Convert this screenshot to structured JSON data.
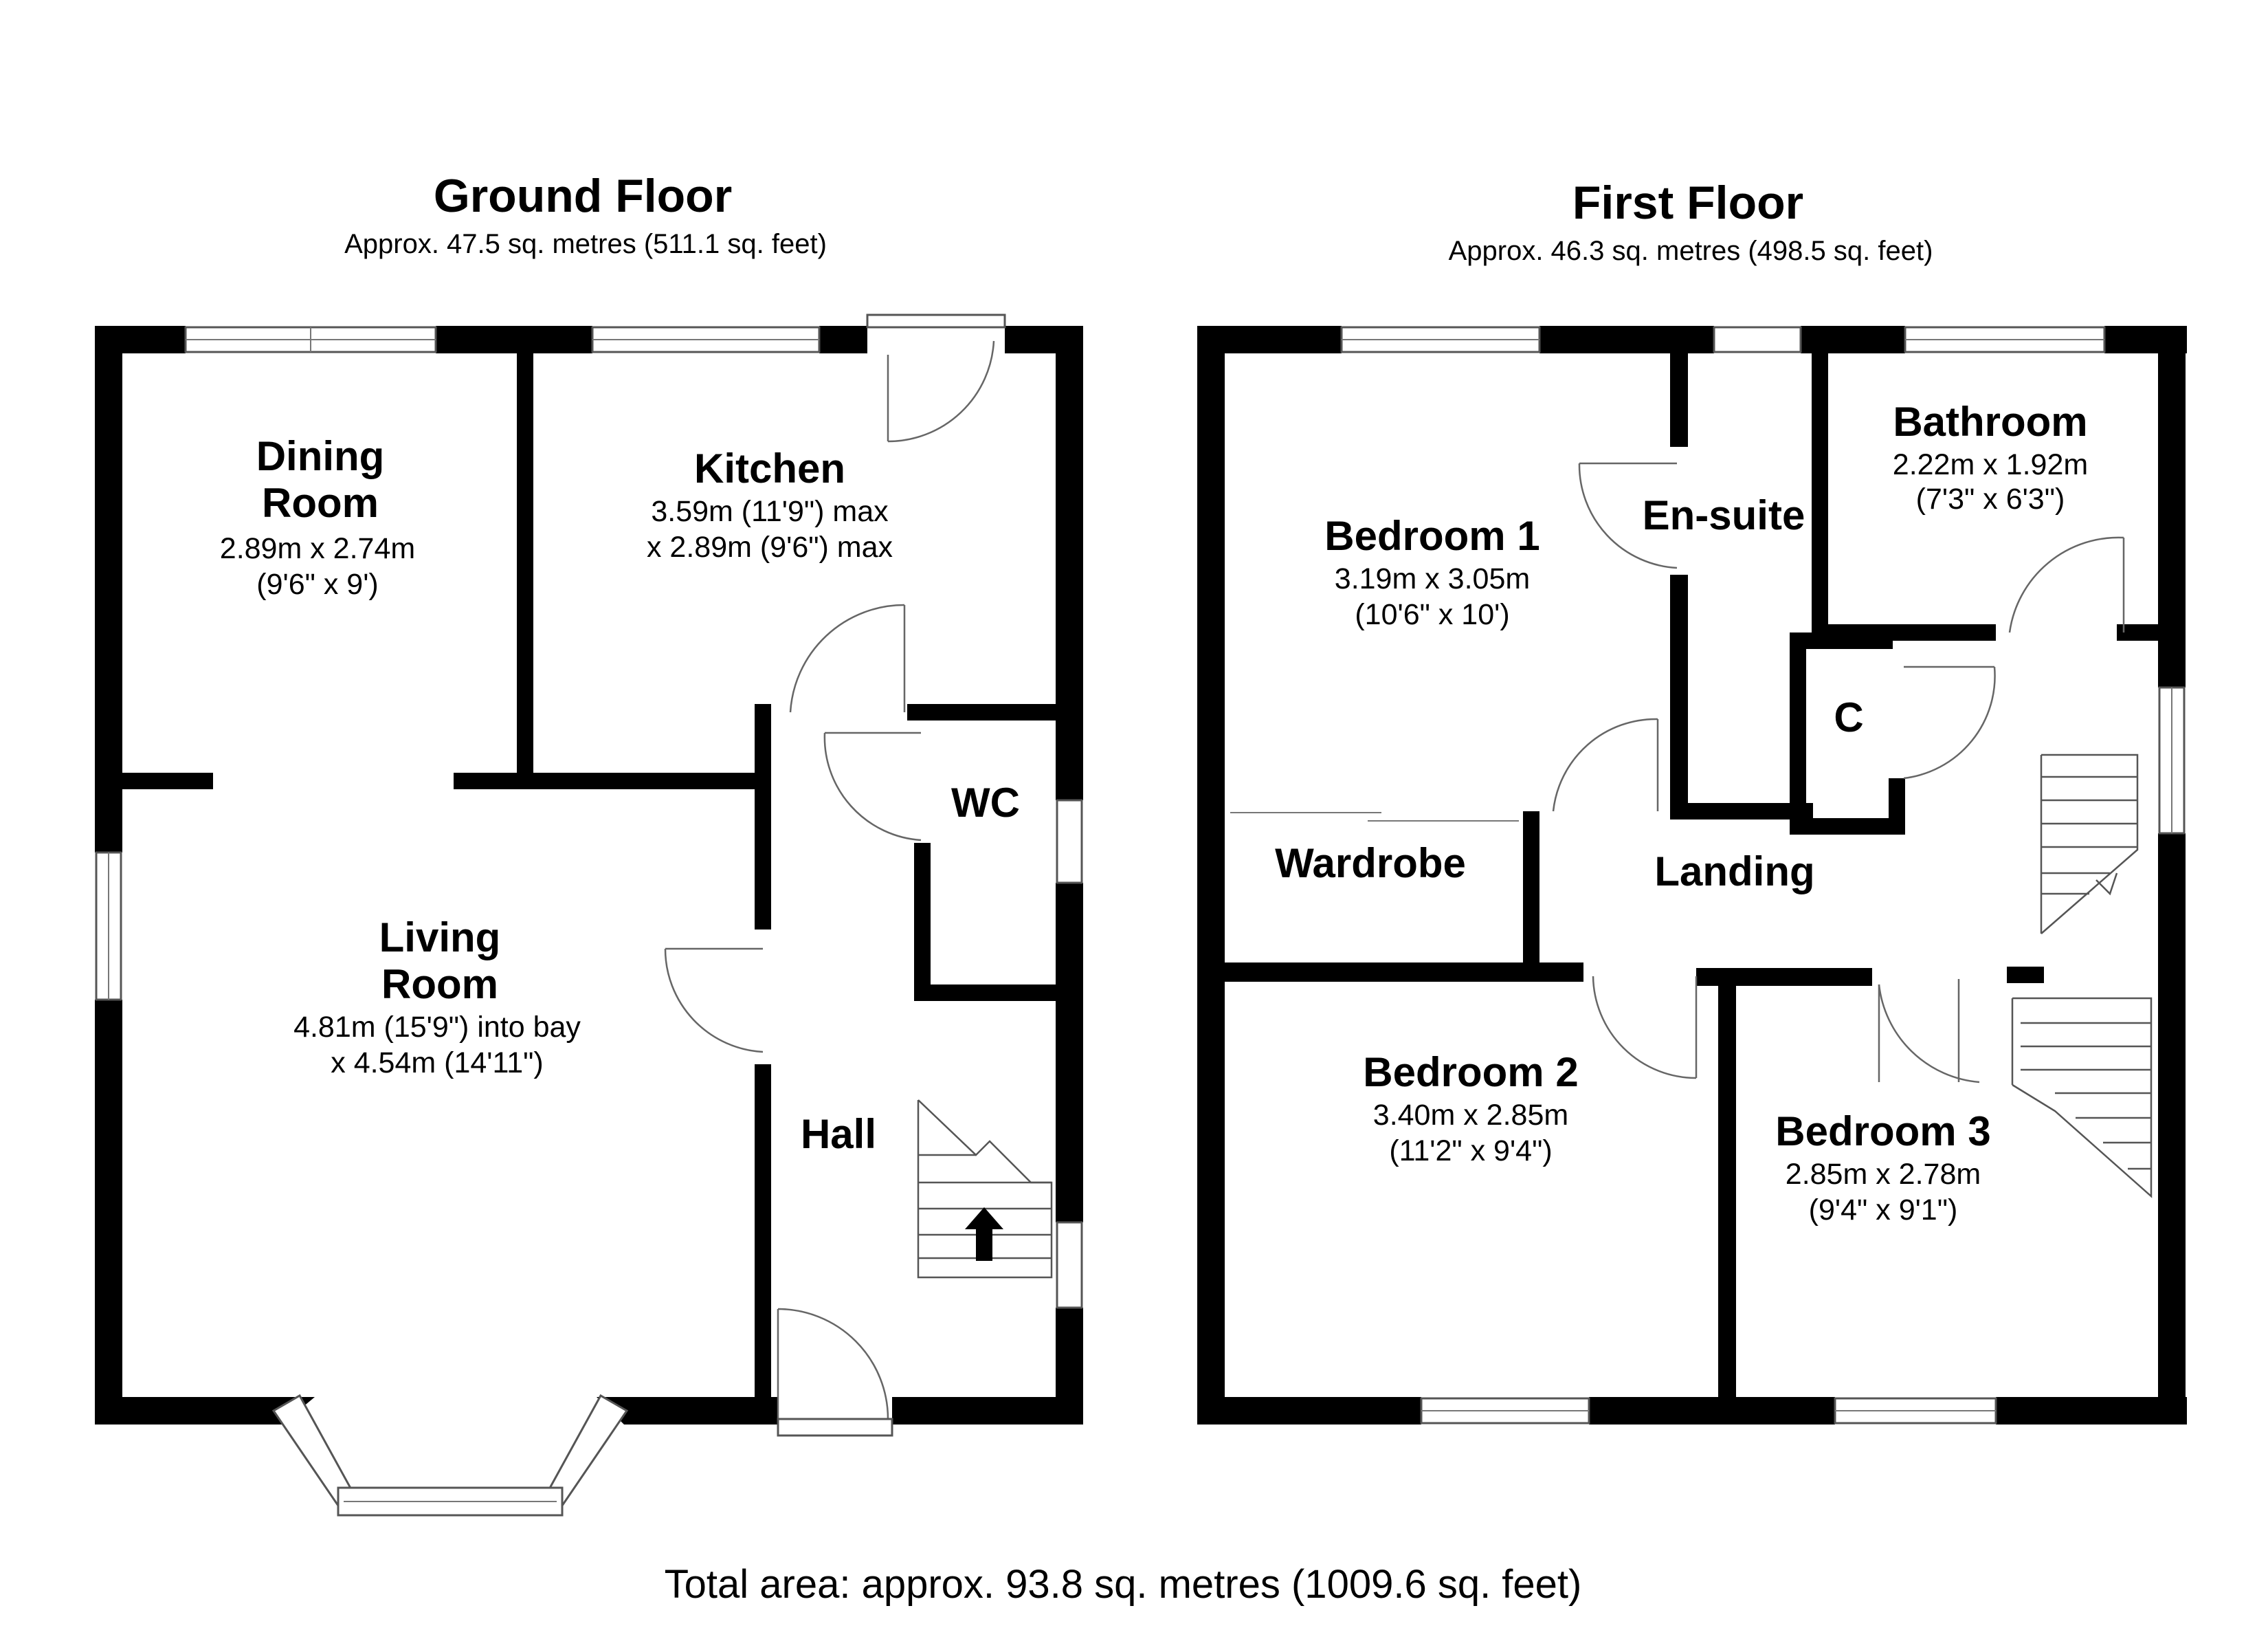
{
  "ground_floor": {
    "title": "Ground Floor",
    "area": "Approx. 47.5 sq. metres (511.1 sq. feet)",
    "rooms": {
      "dining": {
        "name_line1": "Dining",
        "name_line2": "Room",
        "dims": "2.89m x 2.74m",
        "dims_imperial": "(9'6\" x 9')"
      },
      "kitchen": {
        "name": "Kitchen",
        "dims_line1": "3.59m (11'9\") max",
        "dims_line2": "x 2.89m (9'6\") max"
      },
      "wc": {
        "name": "WC"
      },
      "living": {
        "name_line1": "Living",
        "name_line2": "Room",
        "dims_line1": "4.81m (15'9\") into bay",
        "dims_line2": "x 4.54m (14'11\")"
      },
      "hall": {
        "name": "Hall"
      }
    }
  },
  "first_floor": {
    "title": "First Floor",
    "area": "Approx. 46.3 sq. metres (498.5 sq. feet)",
    "rooms": {
      "bedroom1": {
        "name": "Bedroom 1",
        "dims": "3.19m x 3.05m",
        "dims_imperial": "(10'6\" x 10')"
      },
      "ensuite": {
        "name": "En-suite"
      },
      "bathroom": {
        "name": "Bathroom",
        "dims": "2.22m x 1.92m",
        "dims_imperial": "(7'3\" x 6'3\")"
      },
      "cupboard": {
        "name": "C"
      },
      "wardrobe": {
        "name": "Wardrobe"
      },
      "landing": {
        "name": "Landing"
      },
      "bedroom2": {
        "name": "Bedroom 2",
        "dims": "3.40m x 2.85m",
        "dims_imperial": "(11'2\" x 9'4\")"
      },
      "bedroom3": {
        "name": "Bedroom 3",
        "dims": "2.85m x 2.78m",
        "dims_imperial": "(9'4\" x 9'1\")"
      }
    }
  },
  "total_area": "Total area: approx. 93.8 sq. metres (1009.6 sq. feet)",
  "colors": {
    "wall": "#000000",
    "background": "#ffffff",
    "fixture": "#666666"
  }
}
